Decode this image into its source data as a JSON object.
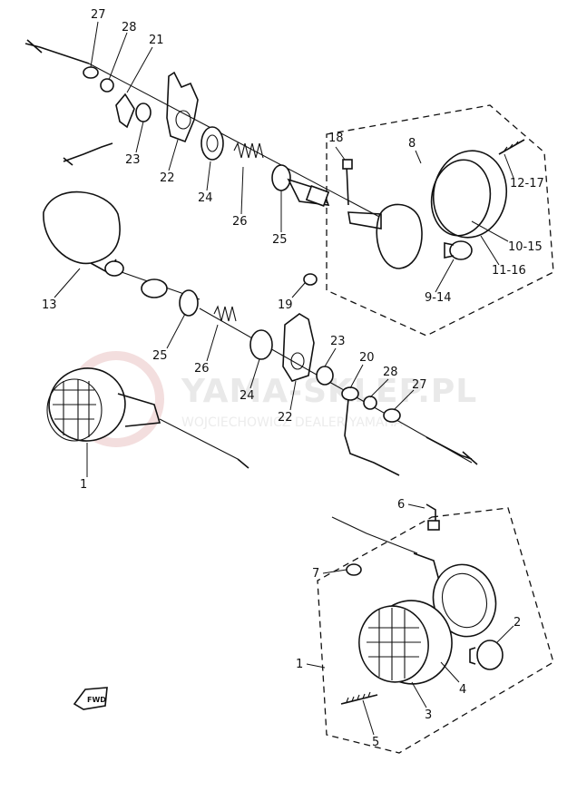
{
  "watermark": {
    "main": "YAMA-SKLEP.PL",
    "sub": "WOJCIECHOWICZ DEALER YAMAHA"
  },
  "callouts": {
    "c27a": "27",
    "c28a": "28",
    "c21": "21",
    "c23a": "23",
    "c22a": "22",
    "c24a": "24",
    "c26a": "26",
    "c25a": "25",
    "c18": "18",
    "c8": "8",
    "c12_17": "12-17",
    "c10_15": "10-15",
    "c11_16": "11-16",
    "c9_14": "9-14",
    "c19": "19",
    "c13": "13",
    "c25b": "25",
    "c26b": "26",
    "c24b": "24",
    "c22b": "22",
    "c23b": "23",
    "c20": "20",
    "c28b": "28",
    "c27b": "27",
    "c1a": "1",
    "c6": "6",
    "c7": "7",
    "c2": "2",
    "c1b": "1",
    "c4": "4",
    "c3": "3",
    "c5": "5"
  },
  "fwd_mark": "FWD"
}
